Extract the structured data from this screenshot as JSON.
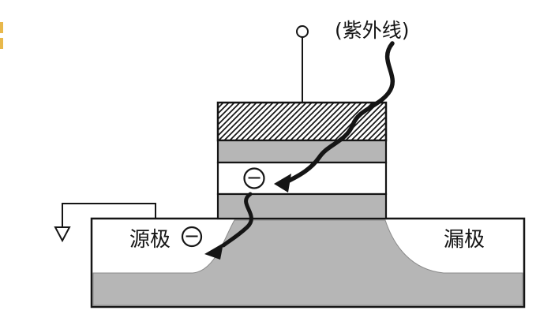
{
  "figure": {
    "labels": {
      "uv_light": "(紫外线)",
      "source": "源极",
      "drain": "漏极"
    },
    "electron_symbol": "−",
    "colors": {
      "region_gray": "#b6b6b6",
      "line_black": "#151515",
      "background": "#ffffff",
      "scan_artifact_yellow": "#e8b84b"
    }
  }
}
